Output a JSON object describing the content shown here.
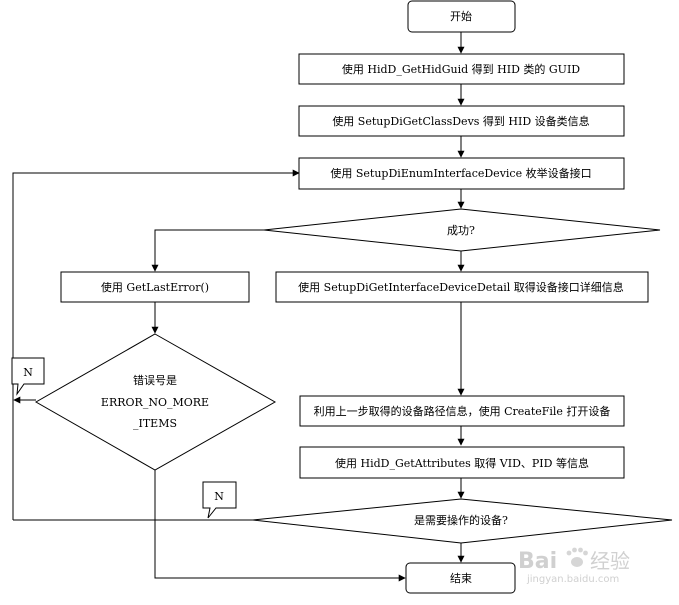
{
  "nodes": {
    "start": "开始",
    "get_hid_guid": "使用 HidD_GetHidGuid 得到 HID 类的 GUID",
    "get_class_devs": "使用 SetupDiGetClassDevs 得到 HID 设备类信息",
    "enum_interface": "使用 SetupDiEnumInterfaceDevice 枚举设备接口",
    "success_q": "成功?",
    "get_last_error": "使用 GetLastError()",
    "get_detail": "使用 SetupDiGetInterfaceDeviceDetail 取得设备接口详细信息",
    "error_q": [
      "错误号是",
      "ERROR_NO_MORE",
      "_ITEMS"
    ],
    "create_file": "利用上一步取得的设备路径信息，使用 CreateFile 打开设备",
    "get_attributes": "使用 HidD_GetAttributes 取得 VID、PID 等信息",
    "need_device_q": "是需要操作的设备?",
    "end": "结束"
  },
  "labels": {
    "n_error": "N",
    "n_device": "N"
  },
  "watermark": {
    "brand": "Bai",
    "brand2": "经验",
    "url": "jingyan.baidu.com"
  }
}
